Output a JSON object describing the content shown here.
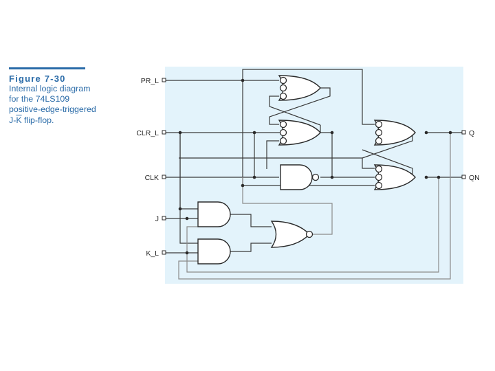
{
  "caption": {
    "figure": "Figure 7-30",
    "line1": "Internal logic diagram",
    "line2": "for the 74LS109",
    "line3": "positive-edge-triggered",
    "line4_pre": "J-",
    "line4_bar": "K",
    "line4_post": " flip-flop."
  },
  "diagram": {
    "inputs": {
      "pr": "PR_L",
      "clr": "CLR_L",
      "clk": "CLK",
      "j": "J",
      "k": "K_L"
    },
    "outputs": {
      "q": "Q",
      "qn": "QN"
    },
    "colors": {
      "panel": "#e3f3fb",
      "caption": "#2a6ba8"
    }
  }
}
